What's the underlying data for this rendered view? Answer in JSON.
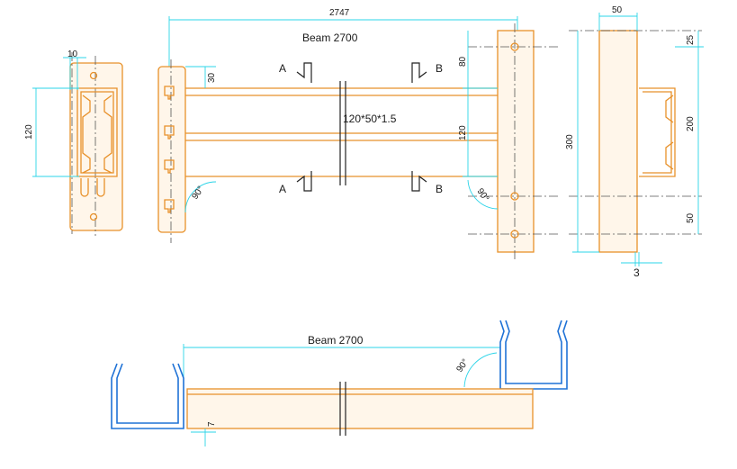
{
  "colors": {
    "part": "#e8912a",
    "dimension": "#2bd4e8",
    "profile": "#1f72d6",
    "text": "#1a1a1a"
  },
  "labels": {
    "overall_length": "2747",
    "beam_top": "Beam  2700",
    "beam_bottom": "Beam  2700",
    "profile_size": "120*50*1.5",
    "section_a_top": "A",
    "section_a_bottom": "A",
    "section_b_top": "B",
    "section_b_bottom": "B",
    "dim_10": "10",
    "dim_120_left": "120",
    "dim_30": "30",
    "dim_80": "80",
    "dim_120_right": "120",
    "angle_left": "90°",
    "angle_right": "90°",
    "dim_50_top": "50",
    "dim_25": "25",
    "dim_200": "200",
    "dim_300": "300",
    "dim_50_bottom": "50",
    "dim_3": "3",
    "angle_bottom": "90°",
    "dim_7": "7"
  }
}
